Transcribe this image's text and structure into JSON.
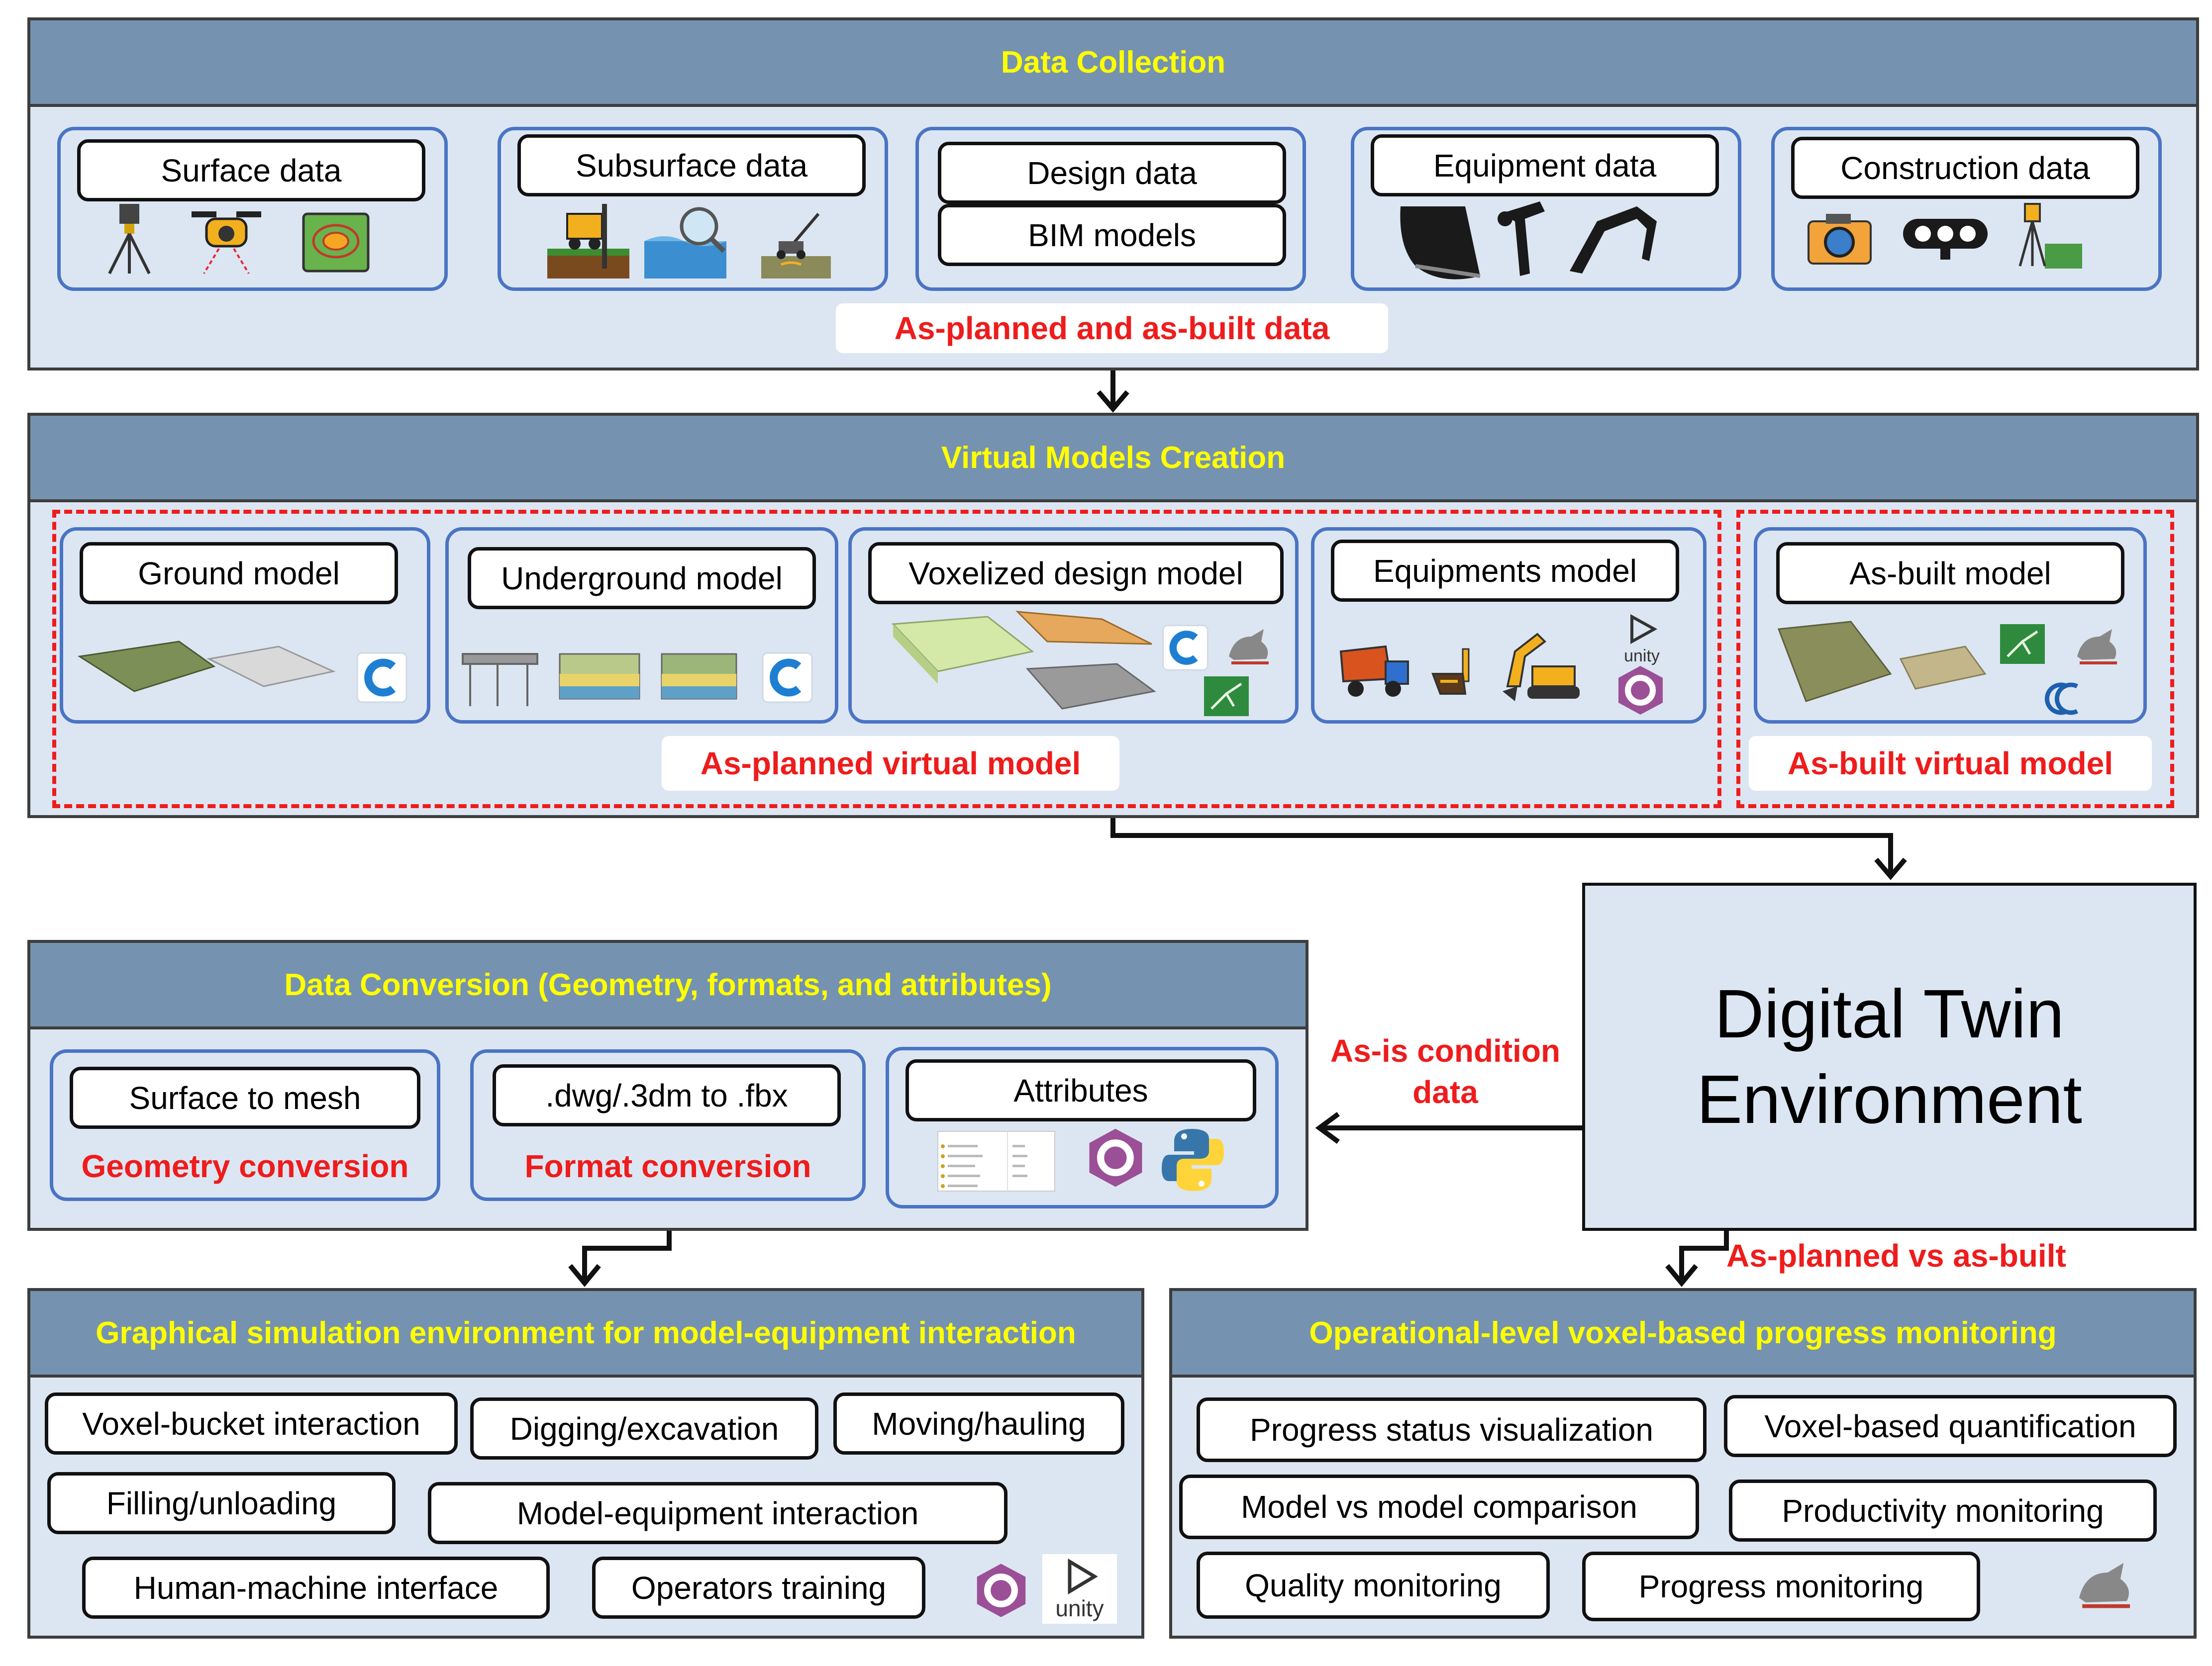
{
  "data_collection": {
    "title": "Data Collection",
    "cards": {
      "surface": "Surface data",
      "subsurface": "Subsurface data",
      "design": "Design data",
      "bim": "BIM models",
      "equipment": "Equipment data",
      "construction": "Construction data"
    },
    "caption": "As-planned and as-built data"
  },
  "virtual_models": {
    "title": "Virtual Models Creation",
    "cards": {
      "ground": "Ground model",
      "underground": "Underground model",
      "voxelized": "Voxelized design  model",
      "equipments": "Equipments  model",
      "asbuilt": "As-built  model"
    },
    "as_planned_caption": "As-planned virtual  model",
    "as_built_caption": "As-built virtual  model",
    "icon_labels": {
      "unity": "unity"
    }
  },
  "digital_twin": {
    "line1": "Digital Twin",
    "line2": "Environment"
  },
  "data_conversion": {
    "title": "Data Conversion (Geometry, formats, and attributes)",
    "surface_to_mesh": "Surface to mesh",
    "geometry_conversion": "Geometry conversion",
    "format_pill": ".dwg/.3dm to .fbx",
    "format_conversion": "Format conversion",
    "attributes": "Attributes"
  },
  "connectors": {
    "as_is_line1": "As-is condition",
    "as_is_line2": "data",
    "planned_vs_built": "As-planned vs as-built"
  },
  "simulation": {
    "title": "Graphical simulation environment for model-equipment interaction",
    "items": {
      "voxel_bucket": "Voxel-bucket interaction",
      "digging": "Digging/excavation",
      "moving": "Moving/hauling",
      "filling": "Filling/unloading",
      "model_equipment": "Model-equipment interaction",
      "hmi": "Human-machine interface",
      "training": "Operators training"
    },
    "unity_label": "unity"
  },
  "monitoring": {
    "title": "Operational-level voxel-based progress monitoring",
    "items": {
      "status_vis": "Progress status visualization",
      "quantification": "Voxel-based quantification",
      "model_vs_model": "Model vs model comparison",
      "productivity": "Productivity monitoring",
      "quality": "Quality monitoring",
      "progress": "Progress  monitoring"
    }
  },
  "colors": {
    "header_fill": "#7593b0",
    "header_text": "#ffff00",
    "panel_fill": "#dce6f2",
    "card_border": "#4a74c4",
    "accent_red": "#ee1c1c"
  }
}
